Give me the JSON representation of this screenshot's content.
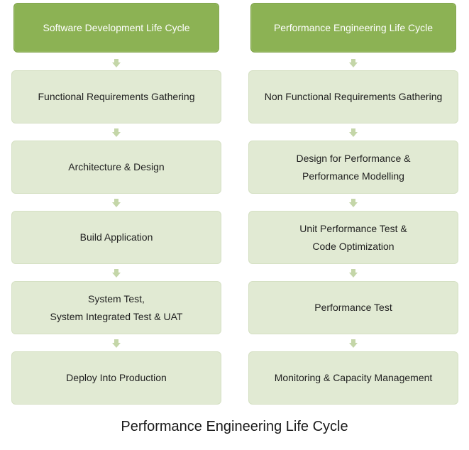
{
  "left_column": {
    "header": "Software Development Life Cycle",
    "steps": [
      "Functional Requirements Gathering",
      "Architecture & Design",
      "Build Application",
      "System Test,\nSystem Integrated Test & UAT",
      "Deploy Into Production"
    ]
  },
  "right_column": {
    "header": "Performance Engineering Life Cycle",
    "steps": [
      "Non Functional Requirements Gathering",
      "Design for Performance &\nPerformance Modelling",
      "Unit Performance Test &\nCode Optimization",
      "Performance Test",
      "Monitoring & Capacity Management"
    ]
  },
  "caption": "Performance Engineering Life Cycle",
  "colors": {
    "header_fill": "#8cb254",
    "step_fill": "#e1ead3",
    "arrow_fill": "#c4d6a8"
  }
}
